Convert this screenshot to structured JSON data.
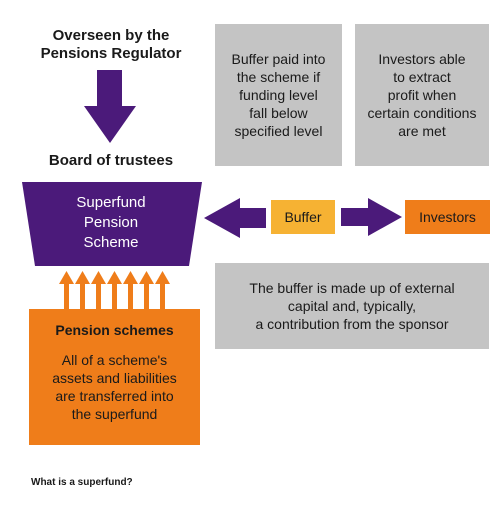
{
  "regulator": {
    "line1": "Overseen by the",
    "line2": "Pensions Regulator"
  },
  "trustees": {
    "label": "Board of trustees"
  },
  "superfund": {
    "line1": "Superfund",
    "line2": "Pension",
    "line3": "Scheme"
  },
  "buffer_info": [
    "Buffer paid into",
    "the scheme if",
    "funding level",
    "fall below",
    "specified level"
  ],
  "investor_info": [
    "Investors able",
    "to extract",
    "profit when",
    "certain conditions",
    "are met"
  ],
  "buffer_box": {
    "label": "Buffer"
  },
  "investors_box": {
    "label": "Investors"
  },
  "buffer_note": [
    "The buffer is made up of external",
    "capital and, typically,",
    "a contribution from the sponsor"
  ],
  "pension_schemes": {
    "title": "Pension schemes",
    "desc": [
      "All of a scheme's",
      "assets and liabilities",
      "are transferred into",
      "the superfund"
    ]
  },
  "caption": "What is a superfund?",
  "colors": {
    "purple": "#4b1a7a",
    "orange": "#ef7d1a",
    "light_orange": "#f6b233",
    "grey": "#c4c4c4"
  }
}
